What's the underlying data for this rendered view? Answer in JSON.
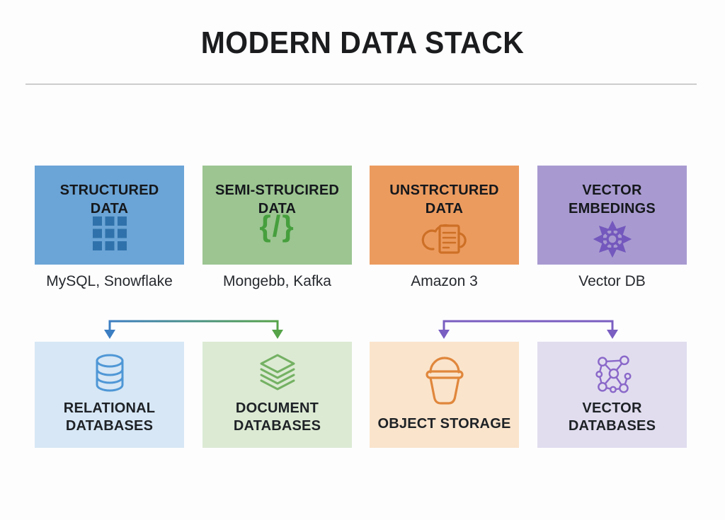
{
  "title": "MODERN DATA STACK",
  "top_row": [
    {
      "label": "STRUCTURED\nDATA",
      "caption": "MySQL, Snowflake",
      "icon": "grid-icon",
      "bg": "#6ba4d6",
      "icon_color": "#2f72ab"
    },
    {
      "label": "SEMI-STRUCIRED\nDATA",
      "caption": "Mongebb, Kafka",
      "icon": "code-braces-icon",
      "icon_glyph": "{/}",
      "bg": "#9cc591",
      "icon_color": "#469f3d"
    },
    {
      "label": "UNSTRCTURED\nDATA",
      "caption": "Amazon 3",
      "icon": "cloud-document-icon",
      "bg": "#ec9b5f",
      "icon_color": "#cd7026"
    },
    {
      "label": "VECTOR\nEMBEDINGS",
      "caption": "Vector DB",
      "icon": "radiating-arrows-icon",
      "bg": "#a89ad0",
      "icon_color": "#7458bd"
    }
  ],
  "bottom_row": [
    {
      "label": "RELATIONAL\nDATABASES",
      "icon": "database-cylinder-icon",
      "bg": "#d7e7f5",
      "icon_color": "#4f97d6"
    },
    {
      "label": "DOCUMENT\nDATABASES",
      "icon": "layers-icon",
      "bg": "#dcead3",
      "icon_color": "#74b163"
    },
    {
      "label": "OBJECT STORAGE",
      "icon": "bucket-icon",
      "bg": "#fae4cc",
      "icon_color": "#e0873c"
    },
    {
      "label": "VECTOR\nDATABASES",
      "icon": "network-graph-icon",
      "bg": "#e1ddef",
      "icon_color": "#8a68c9"
    }
  ],
  "connectors": [
    {
      "color_start": "#3c7ec2",
      "color_end": "#56a348"
    },
    {
      "color_start": "#7a5ec1",
      "color_end": "#7a5ec1"
    }
  ],
  "colors": {
    "divider": "#cdcdcd",
    "background": "#fdfdfe",
    "title_text": "#1b1c1e"
  }
}
